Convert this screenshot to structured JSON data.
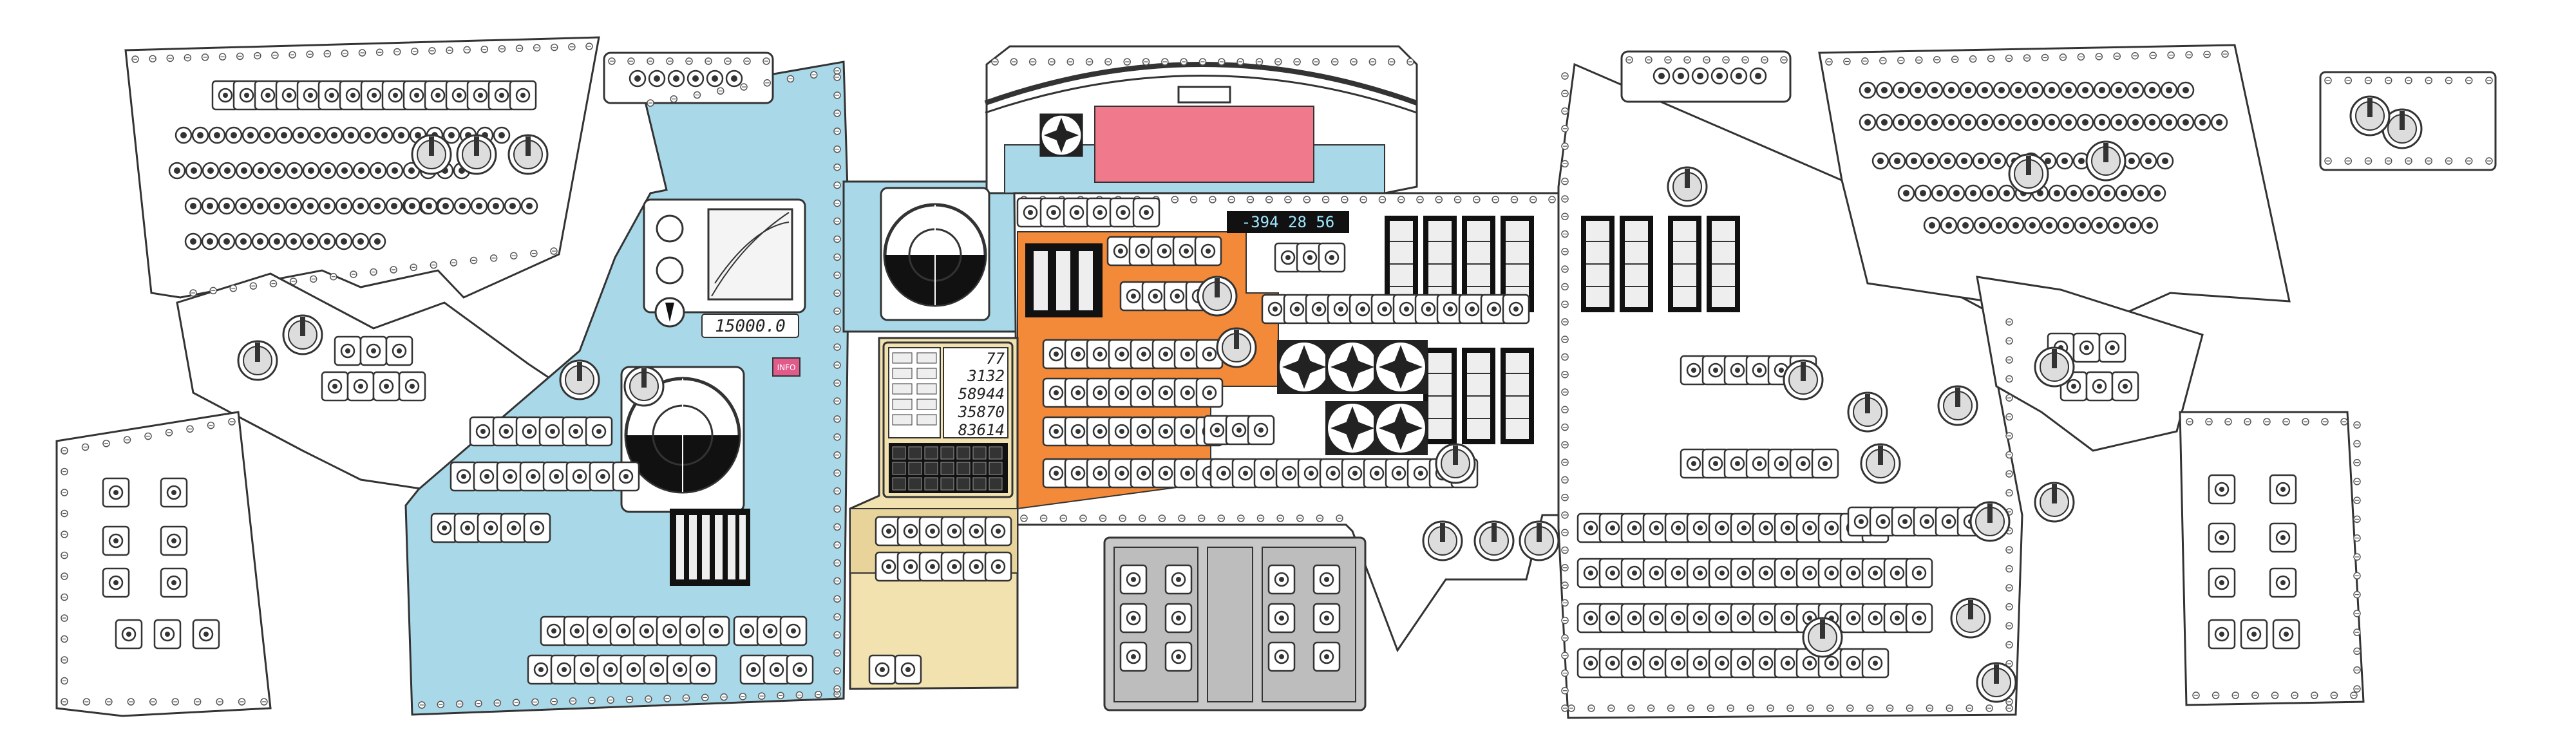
{
  "colors": {
    "panel_blue": "#a9d8e8",
    "panel_orange": "#f28a3a",
    "panel_tan": "#f1e2b0",
    "panel_grey": "#bdbdbd",
    "panel_pink": "#f07a8c",
    "panel_white": "#ffffff",
    "outline": "#333333"
  },
  "icons": [
    "toggle-switch-icon",
    "rotary-knob-icon",
    "circuit-breaker-icon",
    "screw-icon",
    "fdai-ball-icon",
    "meter-icon",
    "gauge-dial-icon"
  ],
  "altimeter": {
    "readout": "15000.0"
  },
  "event_timer": {
    "readout": "-394 28 56"
  },
  "dsky": {
    "rows": [
      "77",
      "3132",
      "58944",
      "35870",
      "83614"
    ]
  },
  "legend_badge": {
    "label": "INFO"
  }
}
